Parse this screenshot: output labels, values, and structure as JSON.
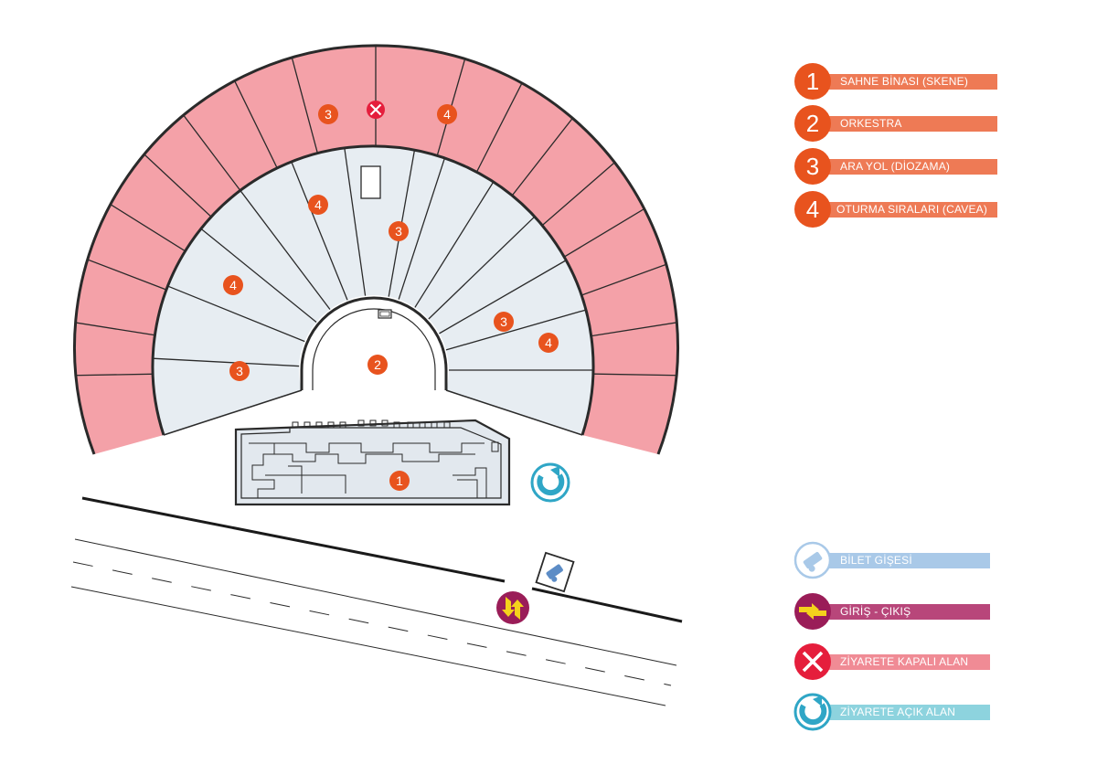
{
  "legend_numbers": [
    {
      "num": "1",
      "label": "SAHNE BİNASI (SKENE)"
    },
    {
      "num": "2",
      "label": "ORKESTRA"
    },
    {
      "num": "3",
      "label": "ARA YOL (DİOZAMA)"
    },
    {
      "num": "4",
      "label": "OTURMA SIRALARI (CAVEA)"
    }
  ],
  "legend_icons": [
    {
      "icon": "ticket-icon",
      "label": "BİLET GİŞESİ",
      "color": "#A9C9E8"
    },
    {
      "icon": "entry-exit-icon",
      "label": "GİRİŞ - ÇIKIŞ",
      "color": "#B8467A"
    },
    {
      "icon": "closed-area-icon",
      "label": "ZİYARETE KAPALI ALAN",
      "color": "#F08B95"
    },
    {
      "icon": "open-area-icon",
      "label": "ZİYARETE AÇIK ALAN",
      "color": "#8DD3DE"
    }
  ],
  "markers": {
    "m1": "1",
    "m2": "2",
    "m3": "3",
    "m4": "4"
  },
  "colors": {
    "orange": "#E8531E",
    "legend_bar": "#EE7A55",
    "outer_seating": "#F4A1A8",
    "inner_seating": "#E7EDF2",
    "stage": "#E2E8EE",
    "closed": "#E51E3C",
    "open": "#2FA6C6",
    "entry": "#9A1D58",
    "entry_arrow": "#F4D21C"
  }
}
